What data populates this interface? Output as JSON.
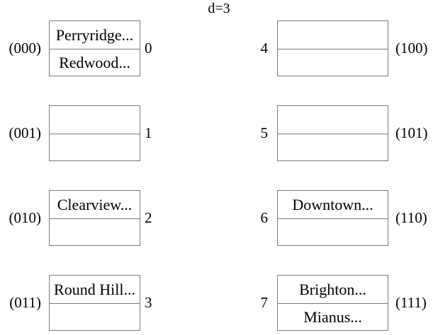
{
  "title": "d=3",
  "colors": {
    "border": "#7a7a7a",
    "text": "#000000",
    "background": "#ffffff"
  },
  "buckets": [
    {
      "binary": "(000)",
      "number": "0",
      "cells": [
        "Perryridge...",
        "Redwood..."
      ]
    },
    {
      "binary": "(001)",
      "number": "1",
      "cells": [
        "",
        ""
      ]
    },
    {
      "binary": "(010)",
      "number": "2",
      "cells": [
        "Clearview...",
        ""
      ]
    },
    {
      "binary": "(011)",
      "number": "3",
      "cells": [
        "Round Hill...",
        ""
      ]
    },
    {
      "binary": "(100)",
      "number": "4",
      "cells": [
        "",
        ""
      ]
    },
    {
      "binary": "(101)",
      "number": "5",
      "cells": [
        "",
        ""
      ]
    },
    {
      "binary": "(110)",
      "number": "6",
      "cells": [
        "Downtown...",
        ""
      ]
    },
    {
      "binary": "(111)",
      "number": "7",
      "cells": [
        "Brighton...",
        "Mianus..."
      ]
    }
  ]
}
